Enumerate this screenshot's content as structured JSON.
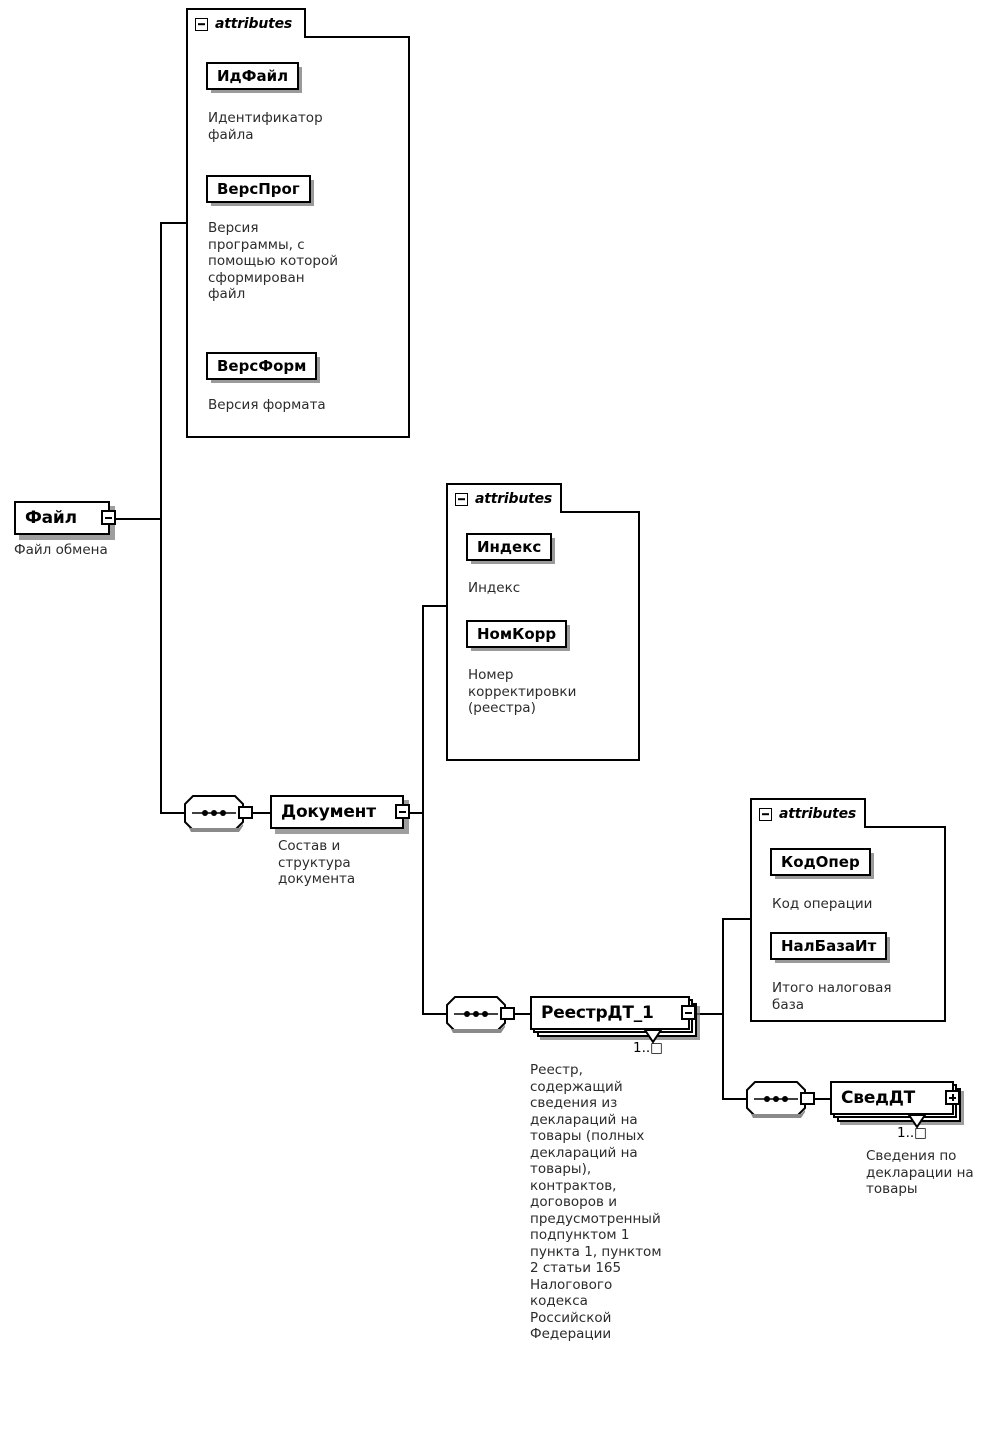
{
  "diagram": {
    "title": "XML Schema tree diagram",
    "type": "xsd-tree",
    "attributes_group_label": "attributes",
    "toggle_minus": "minus-toggle",
    "toggle_plus": "plus-toggle"
  },
  "nodes": {
    "file": {
      "name": "Файл",
      "caption": "Файл обмена",
      "toggle": "minus"
    },
    "document": {
      "name": "Документ",
      "caption": "Состав и\nструктура\nдокумента",
      "toggle": "minus"
    },
    "registry": {
      "name": "РеестрДТ_1",
      "toggle": "minus",
      "cardinality": "1..□",
      "caption": "Реестр,\nсодержащий\nсведения из\nдеклараций на\nтовары (полных\nдеклараций на\nтовары),\nконтрактов,\nдоговоров и\nпредусмотренный\nподпунктом 1\nпункта 1, пунктом\n2 статьи 165\nНалогового\nкодекса\nРоссийской\nФедерации"
    },
    "declaration": {
      "name": "СведДТ",
      "toggle": "plus",
      "cardinality": "1..□",
      "caption": "Сведения по\nдекларации на\nтовары"
    }
  },
  "attribute_groups": [
    {
      "id": "file-attributes",
      "label": "attributes",
      "owner": "Файл",
      "attributes": [
        {
          "name": "ИдФайл",
          "caption": "Идентификатор\nфайла"
        },
        {
          "name": "ВерсПрог",
          "caption": "Версия\nпрограммы, с\nпомощью которой\nсформирован\nфайл"
        },
        {
          "name": "ВерсФорм",
          "caption": "Версия формата"
        }
      ]
    },
    {
      "id": "document-attributes",
      "label": "attributes",
      "owner": "Документ",
      "attributes": [
        {
          "name": "Индекс",
          "caption": "Индекс"
        },
        {
          "name": "НомКорр",
          "caption": "Номер\nкорректировки\n(реестра)"
        }
      ]
    },
    {
      "id": "registry-attributes",
      "label": "attributes",
      "owner": "РеестрДТ_1",
      "attributes": [
        {
          "name": "КодОпер",
          "caption": "Код операции"
        },
        {
          "name": "НалБазаИт",
          "caption": "Итого налоговая\nбаза"
        }
      ]
    }
  ],
  "colors": {
    "line": "#000000",
    "fill": "#ffffff",
    "shadow": "#787878",
    "caption_text": "#2b2b2b"
  }
}
